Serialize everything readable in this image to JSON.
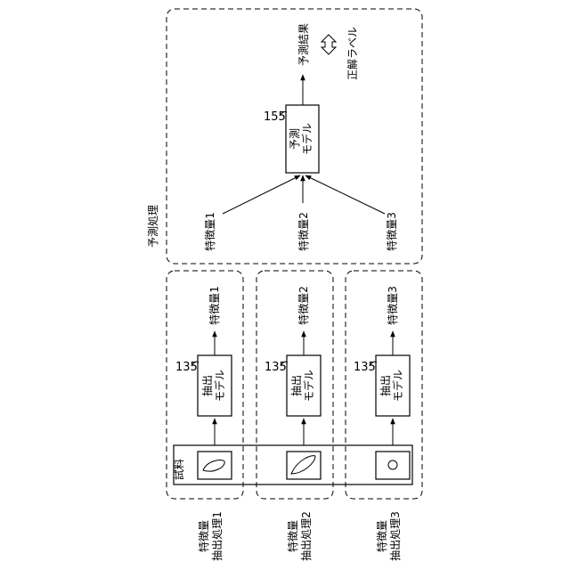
{
  "prediction": {
    "title": "予測処理",
    "model_number": "155",
    "model_line1": "予測",
    "model_line2": "モデル",
    "result": "予測結果",
    "correct_label": "正解ラベル",
    "features": [
      "特徴量1",
      "特徴量2",
      "特徴量3"
    ]
  },
  "extraction": {
    "sample_label": "試料",
    "model_number": "135",
    "model_line1": "抽出",
    "model_line2": "モデル",
    "rows": [
      {
        "process_line1": "特徴量",
        "process_line2": "抽出処理1",
        "output": "特徴量1"
      },
      {
        "process_line1": "特徴量",
        "process_line2": "抽出処理2",
        "output": "特徴量2"
      },
      {
        "process_line1": "特徴量",
        "process_line2": "抽出処理3",
        "output": "特徴量3"
      }
    ]
  }
}
